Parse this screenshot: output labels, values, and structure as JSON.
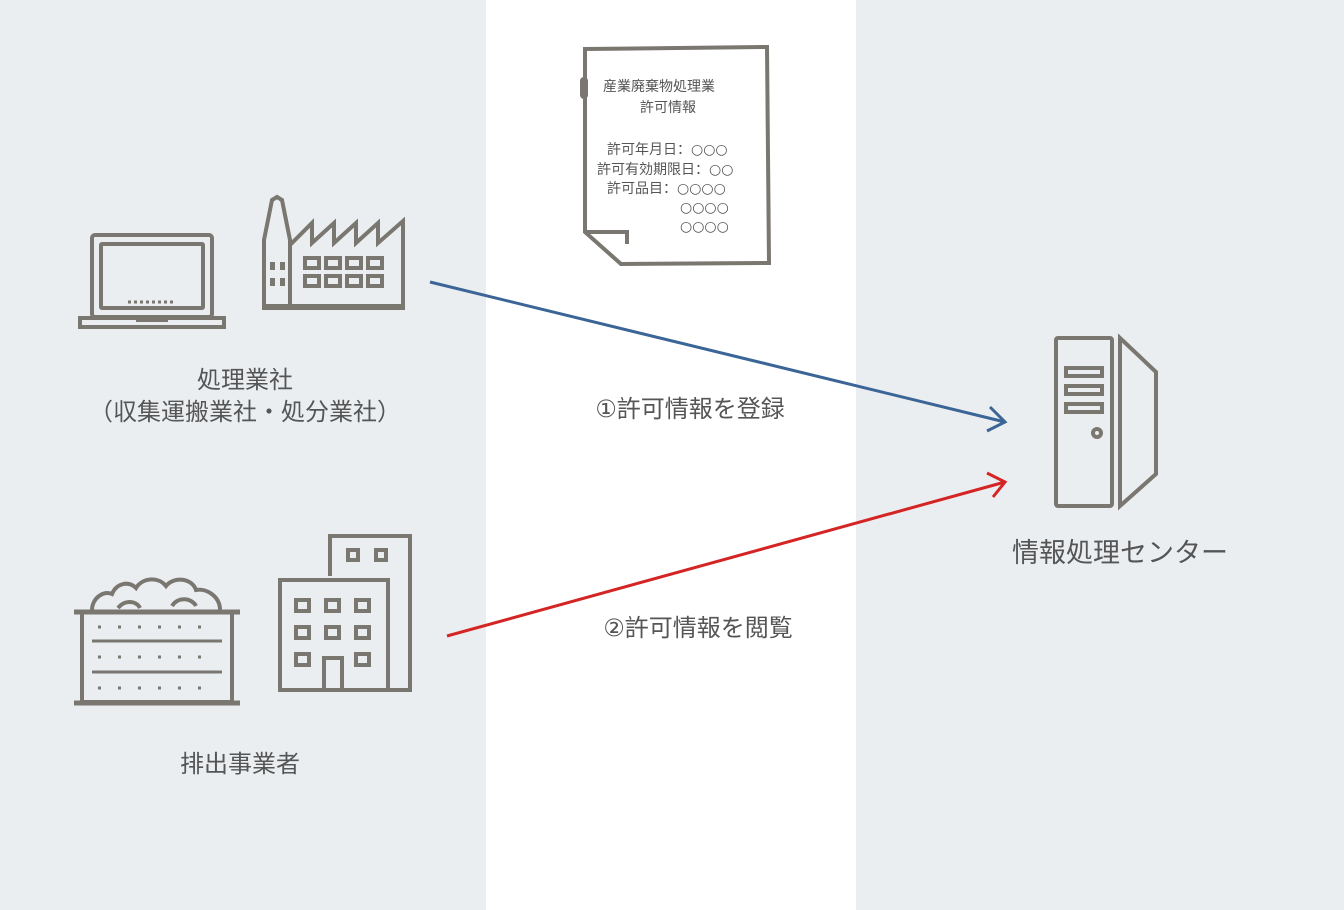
{
  "colors": {
    "panel_bg": "#ebeef1",
    "icon_gray": "#7a7670",
    "arrow_blue": "#3a6596",
    "arrow_red": "#d42424"
  },
  "actors": {
    "processor": {
      "line1": "処理業社",
      "line2": "（収集運搬業社・処分業社）",
      "icons": [
        "laptop-icon",
        "factory-icon"
      ]
    },
    "discharger": {
      "name": "排出事業者",
      "icons": [
        "waste-container-icon",
        "office-building-icon"
      ]
    },
    "center": {
      "name": "情報処理センター",
      "icons": [
        "server-tower-icon"
      ]
    }
  },
  "document": {
    "title_line1": "産業廃棄物処理業",
    "title_line2": "許可情報",
    "rows": [
      "許可年月日：○○○",
      "許可有効期限日：○○",
      "許可品目：○○○○",
      "○○○○",
      "○○○○"
    ]
  },
  "flows": {
    "register": "①許可情報を登録",
    "view": "②許可情報を閲覧"
  }
}
